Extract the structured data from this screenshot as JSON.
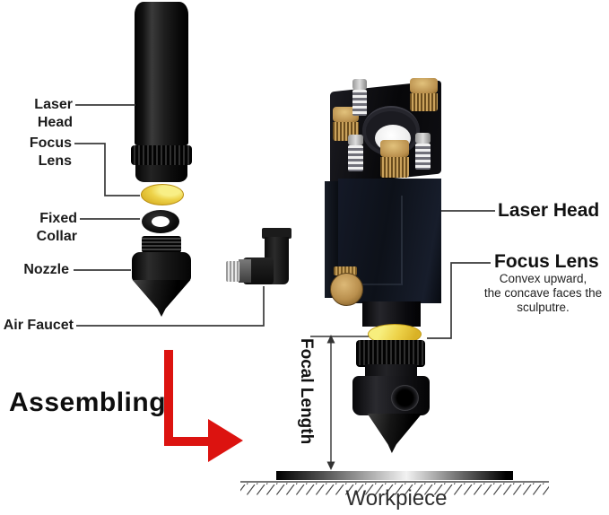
{
  "labels": {
    "laser_head_left": "Laser Head",
    "focus_lens_left": "Focus Lens",
    "fixed_collar": "Fixed Collar",
    "nozzle": "Nozzle",
    "air_faucet": "Air Faucet",
    "assembling": "Assembling",
    "laser_head_right": "Laser Head",
    "focus_lens_right": "Focus Lens",
    "focus_lens_note": "Convex upward,\nthe concave faces the\nsculputre.",
    "focal_length": "Focal Length",
    "workpiece": "Workpiece"
  },
  "colors": {
    "arrow_red": "#dc1310",
    "lens_yellow": "#edd249",
    "brass": "#b98f4d",
    "connector_line": "#3a3a3a",
    "background": "#ffffff"
  }
}
